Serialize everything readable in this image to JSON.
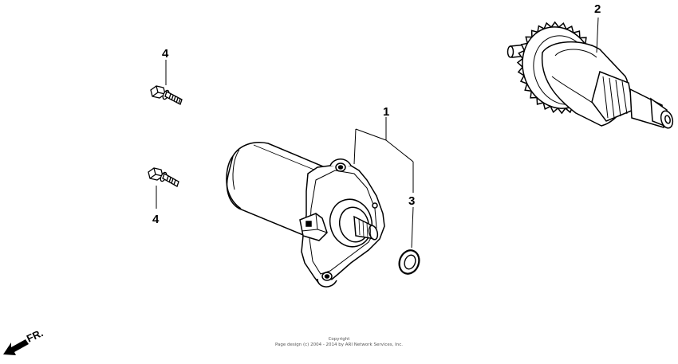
{
  "callouts": {
    "starter_motor": "1",
    "starter_clutch": "2",
    "o_ring": "3",
    "bolt_upper": "4",
    "bolt_lower": "4"
  },
  "direction_indicator": {
    "label": "FR.",
    "icon": "front-arrow-icon"
  },
  "copyright": {
    "line1": "Copyright",
    "line2": "Page design (c) 2004 - 2014 by ARI Network Services, Inc."
  },
  "colors": {
    "ink": "#000000",
    "paper": "#ffffff"
  }
}
